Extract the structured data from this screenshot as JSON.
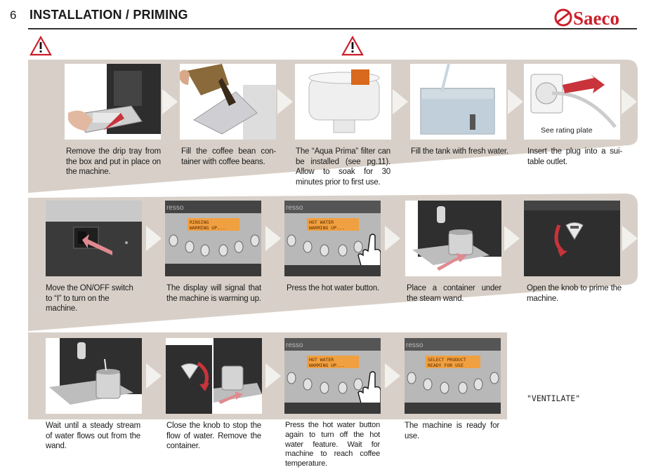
{
  "header": {
    "page_number": "6",
    "title": "INSTALLATION / PRIMING",
    "brand": "Saeco",
    "brand_color": "#cc1f2a"
  },
  "icons": {
    "warning": "warning-triangle-icon",
    "step_arrow": "chevron-right-icon"
  },
  "steps": [
    {
      "caption": "Remove the drip tray from the box and put in place on the machine."
    },
    {
      "caption": "Fill the coffee bean con-tainer with coffee beans."
    },
    {
      "caption": "The “Aqua Prima” filter can be installed (see pg.11). Allow to soak for 30 minutes prior to first use."
    },
    {
      "caption": "Fill the tank with fresh water."
    },
    {
      "caption": "Insert the plug into a sui-table outlet.",
      "photo_label": "See rating plate"
    },
    {
      "caption": "Move the ON/OFF switch to “I” to turn on the machine."
    },
    {
      "caption": "The display will signal that the machine is warming up.",
      "lcd": [
        "RINSING",
        "WARMING UP..."
      ]
    },
    {
      "caption": "Press the hot water button.",
      "lcd": [
        "HOT WATER",
        "WARMING UP..."
      ]
    },
    {
      "caption": "Place a container under the steam wand."
    },
    {
      "caption": "Open the knob to prime the machine."
    },
    {
      "caption": "Wait until a steady stream of water flows out from the wand."
    },
    {
      "caption": "Close the knob to stop the flow of water. Remove the container."
    },
    {
      "caption": "Press the hot water button again to turn off the hot water feature. Wait for machine to reach coffee temperature.",
      "lcd": [
        "HOT WATER",
        "WARMING UP..."
      ]
    },
    {
      "caption": "The machine is ready for use.",
      "lcd": [
        "SELECT PRODUCT",
        "READY FOR USE"
      ]
    }
  ],
  "panel_brand_fragment": "resso",
  "ventilate_text": "\"VENTILATE\"",
  "colors": {
    "band": "#d8d0c8",
    "lcd": "#f0a040",
    "arrow": "#e6e3df",
    "pointer_arrow": "#c8343a"
  }
}
